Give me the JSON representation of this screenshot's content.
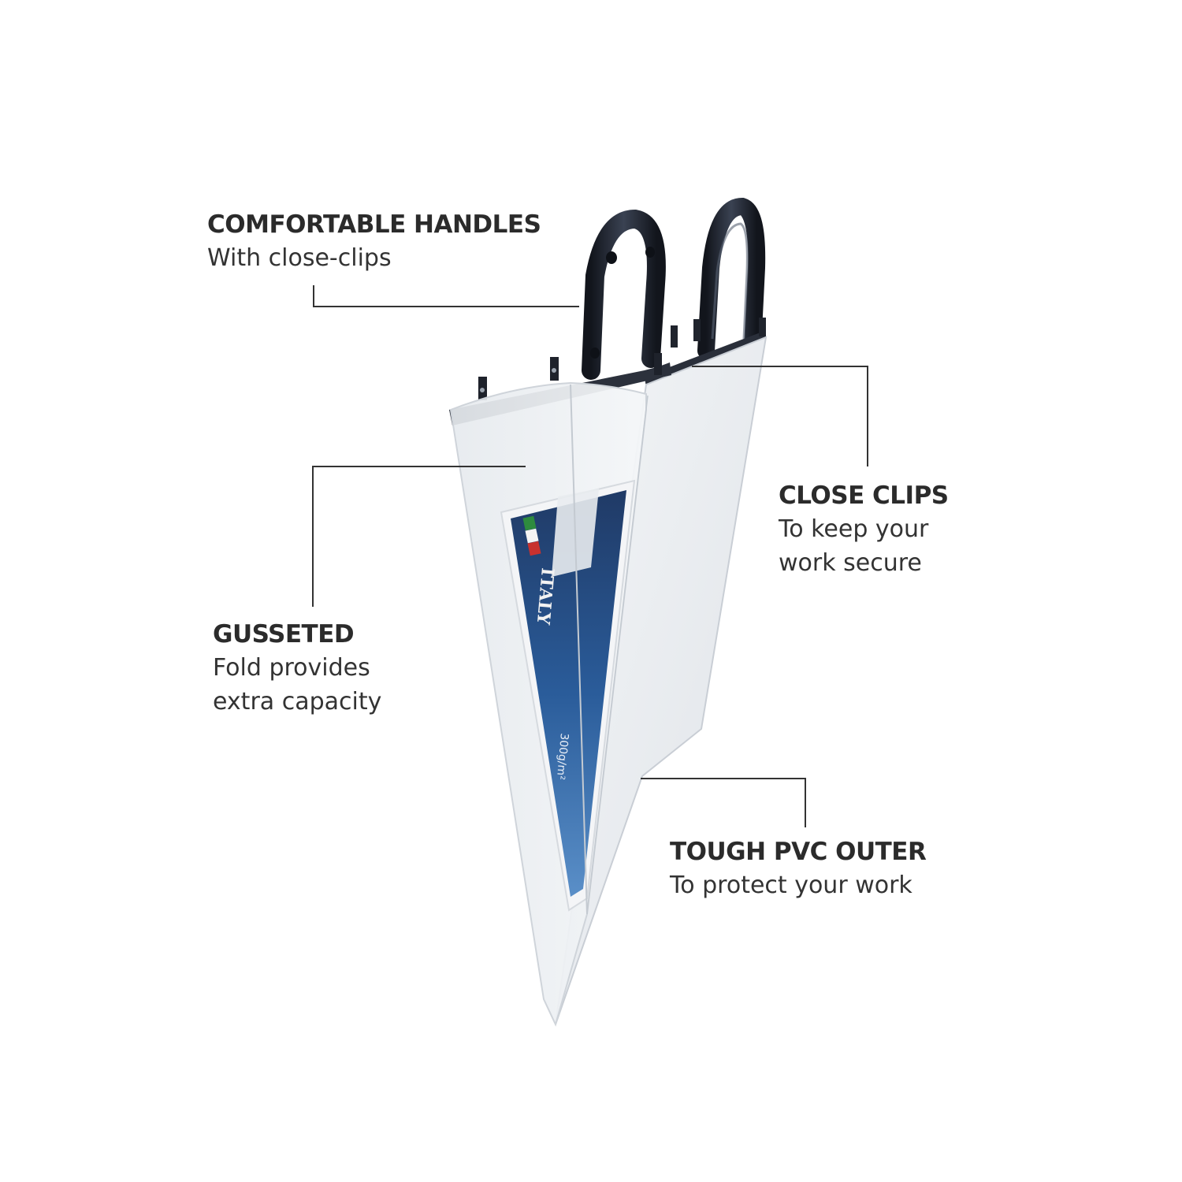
{
  "callouts": {
    "handles": {
      "heading": "COMFORTABLE HANDLES",
      "sub_lines": [
        "With close-clips"
      ]
    },
    "clips": {
      "heading": "CLOSE CLIPS",
      "sub_lines": [
        "To keep your",
        "work secure"
      ]
    },
    "gusseted": {
      "heading": "GUSSETED",
      "sub_lines": [
        "Fold provides",
        "extra capacity"
      ]
    },
    "pvc": {
      "heading": "TOUGH PVC OUTER",
      "sub_lines": [
        "To protect your work"
      ]
    }
  },
  "product": {
    "inner_card_brand": "ITALY",
    "inner_card_spec": "300g/m²"
  },
  "colors": {
    "text": "#2b2b2b",
    "line": "#333333",
    "handle": "#1f2430",
    "card_blue": "#1d3f73",
    "pvc": "#eef1f4"
  }
}
